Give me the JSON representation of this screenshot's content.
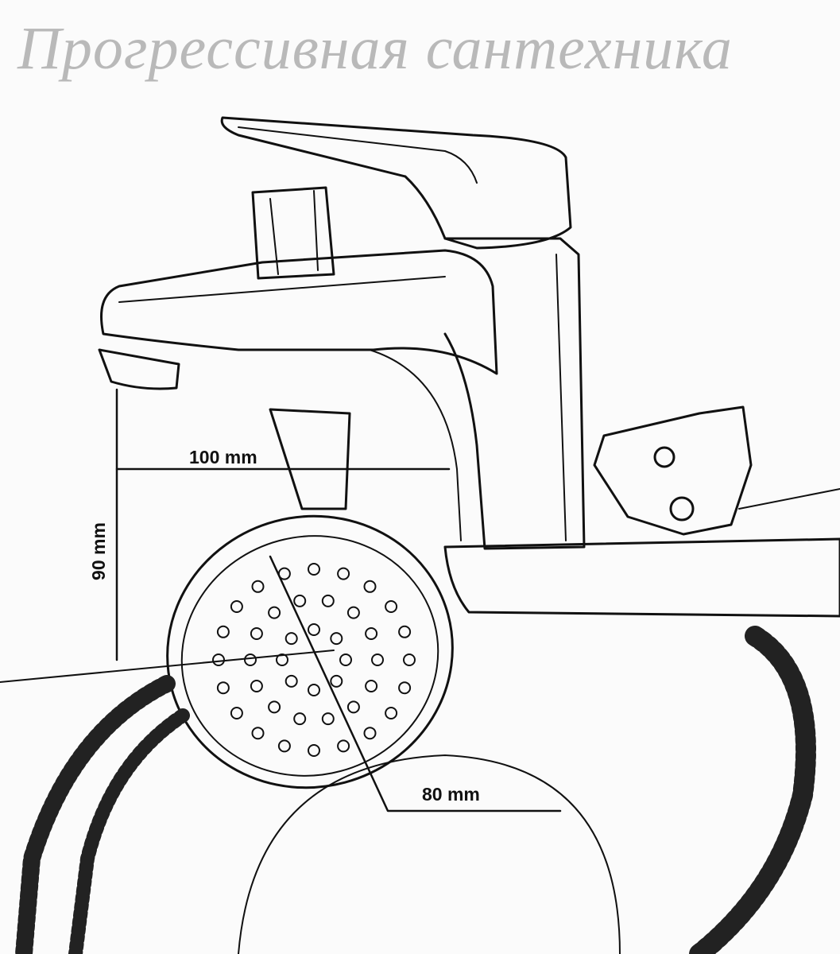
{
  "watermark": "Прогрессивная сантехника",
  "dimensions": {
    "spout_reach": "100 mm",
    "spout_height": "90 mm",
    "shower_head_diameter": "80 mm"
  },
  "colors": {
    "line": "#111111",
    "watermark": "#b9b9b9",
    "background": "#fbfbfb"
  }
}
